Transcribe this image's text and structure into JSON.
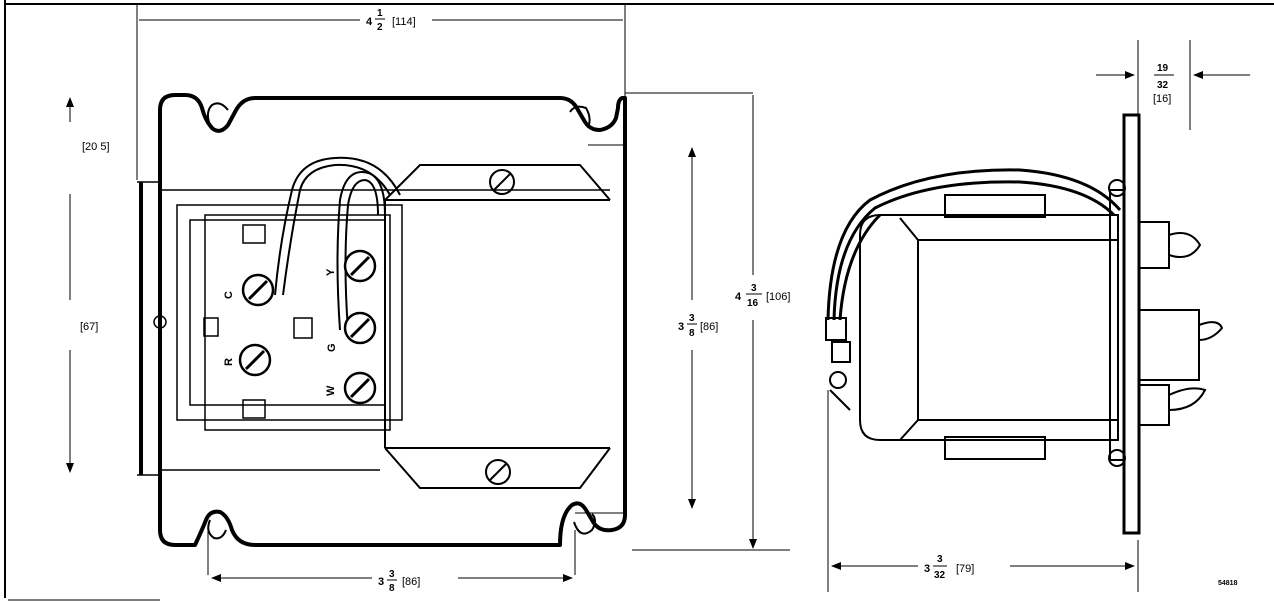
{
  "dimensions": {
    "top_width": {
      "whole": "4",
      "num": "1",
      "den": "2",
      "metric": "[114]"
    },
    "left_upper": {
      "metric": "[20 5]"
    },
    "left_lower": {
      "metric": "[67]"
    },
    "bottom_width": {
      "whole": "3",
      "num": "3",
      "den": "8",
      "metric": "[86]"
    },
    "inner_height": {
      "whole": "3",
      "num": "3",
      "den": "8",
      "metric": "[86]"
    },
    "overall_height": {
      "whole": "4",
      "num": "3",
      "den": "16",
      "metric": "[106]"
    },
    "depth": {
      "whole": "3",
      "num": "3",
      "den": "32",
      "metric": "[79]"
    },
    "plate": {
      "num": "19",
      "den": "32",
      "metric": "[16]"
    }
  },
  "terminals": {
    "c": "C",
    "y": "Y",
    "g": "G",
    "r": "R",
    "w": "W"
  },
  "figure_number": "54818"
}
